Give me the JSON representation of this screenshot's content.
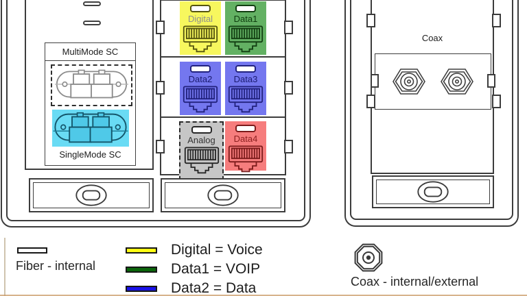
{
  "fiber_plate": {
    "multimode_label": "MultiMode SC",
    "singlemode_label": "SingleMode SC",
    "singlemode_highlight_color": "#69dbf4"
  },
  "rj45_plate": {
    "jacks": [
      {
        "label": "Digital",
        "color": "#f7f75e"
      },
      {
        "label": "Data1",
        "color": "#63b163"
      },
      {
        "label": "Data2",
        "color": "#7477ef"
      },
      {
        "label": "Data3",
        "color": "#7477ef"
      },
      {
        "label": "Analog",
        "color": "#c6c6c6"
      },
      {
        "label": "Data4",
        "color": "#f67d7d"
      }
    ]
  },
  "coax_plate": {
    "label": "Coax"
  },
  "legend": {
    "fiber_label": "Fiber - internal",
    "mappings": [
      {
        "text": "Digital = Voice",
        "swatch_color": "#ffff14"
      },
      {
        "text": "Data1 = VOIP",
        "swatch_color": "#0b660b"
      },
      {
        "text": "Data2 = Data",
        "swatch_color": "#1a12e8"
      }
    ],
    "coax_label": "Coax - internal/external"
  },
  "colors": {
    "outline": "#3c3c3c",
    "analog_dashed_border": "#2a2a2a"
  }
}
